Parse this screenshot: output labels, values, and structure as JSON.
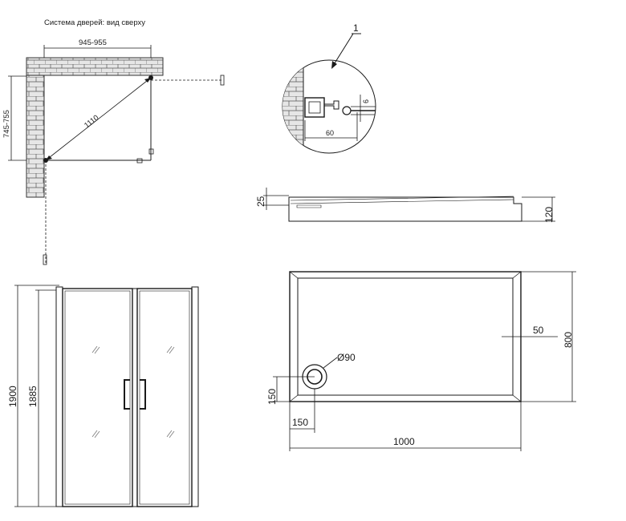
{
  "top_view": {
    "title": "Система дверей: вид сверху",
    "width_dim": "945-955",
    "depth_dim": "745-755",
    "diagonal_dim": "1110"
  },
  "profile_detail": {
    "callout": "1",
    "width_dim": "60",
    "gap_dim": "6"
  },
  "tray_side": {
    "rim_dim": "25",
    "height_dim": "120"
  },
  "tray_top": {
    "drain_dim": "Ø90",
    "drain_x_dim": "150",
    "drain_y_dim": "150",
    "edge_dim": "50",
    "length_dim": "1000",
    "width_dim": "800"
  },
  "front_view": {
    "total_height_dim": "1900",
    "door_height_dim": "1885"
  }
}
